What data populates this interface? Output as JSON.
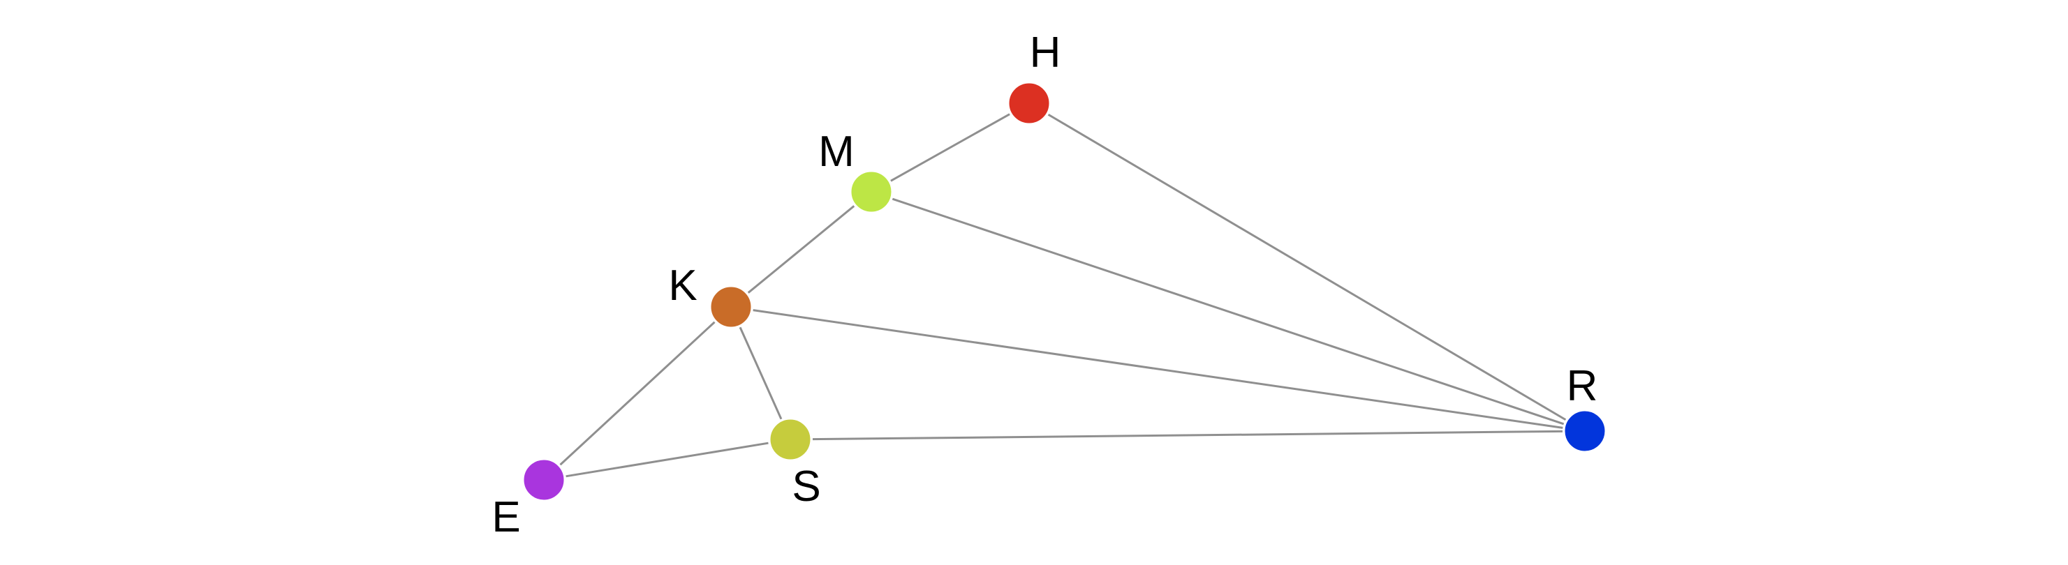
{
  "graph": {
    "nodes": [
      {
        "id": "H",
        "label": "H",
        "color": "#dc3022"
      },
      {
        "id": "M",
        "label": "M",
        "color": "#bde645"
      },
      {
        "id": "K",
        "label": "K",
        "color": "#c96c28"
      },
      {
        "id": "S",
        "label": "S",
        "color": "#c6cc3d"
      },
      {
        "id": "E",
        "label": "E",
        "color": "#a935de"
      },
      {
        "id": "R",
        "label": "R",
        "color": "#0235dc"
      }
    ],
    "edges": [
      {
        "source": "H",
        "target": "M"
      },
      {
        "source": "H",
        "target": "R"
      },
      {
        "source": "M",
        "target": "K"
      },
      {
        "source": "M",
        "target": "R"
      },
      {
        "source": "K",
        "target": "R"
      },
      {
        "source": "K",
        "target": "S"
      },
      {
        "source": "K",
        "target": "E"
      },
      {
        "source": "S",
        "target": "R"
      },
      {
        "source": "S",
        "target": "E"
      }
    ]
  }
}
